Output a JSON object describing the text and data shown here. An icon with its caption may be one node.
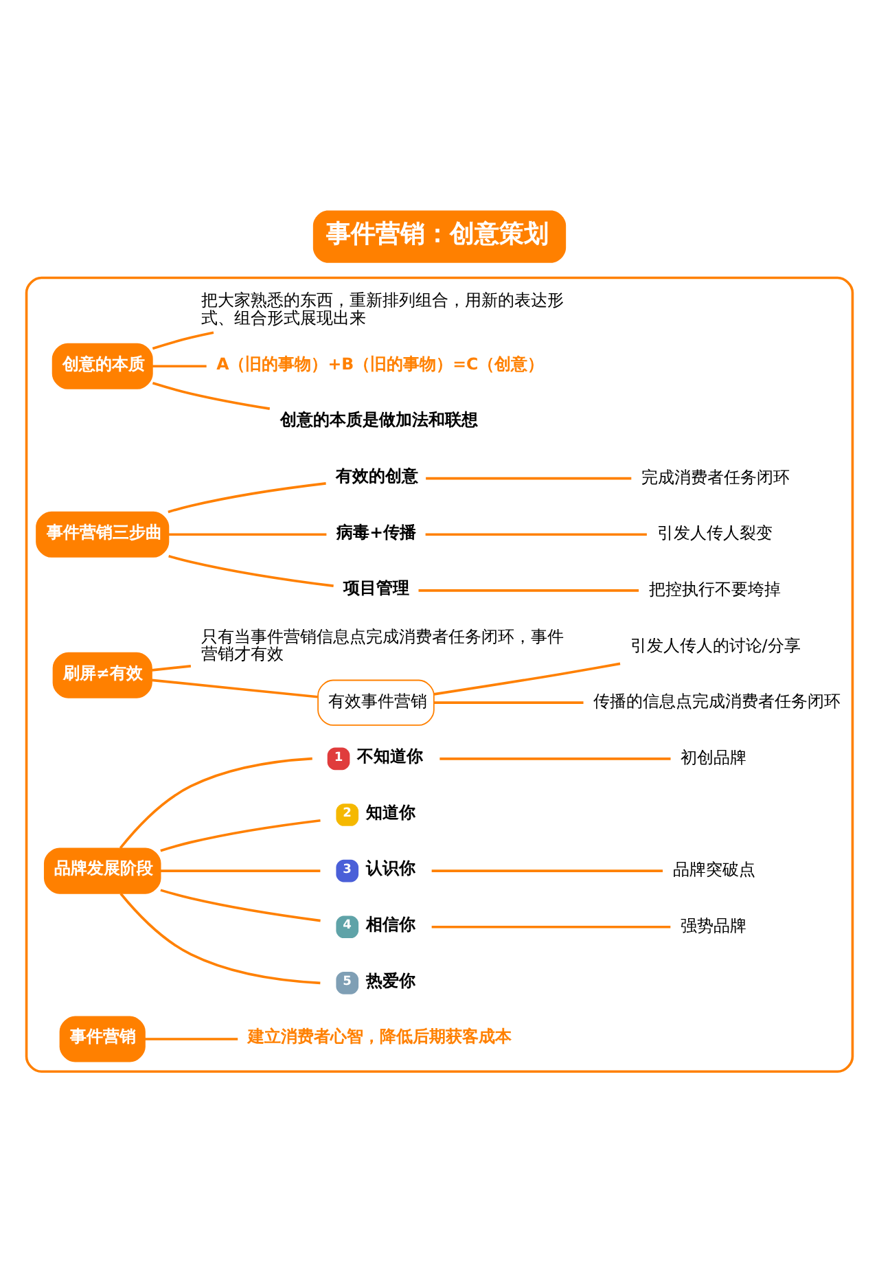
{
  "diagram": {
    "title": "事件营销：创意策划",
    "nodes": [
      {
        "text": [],
        "shape": "box"
      },
      {
        "text": [
          "事件营销"
        ],
        "in": 0
      },
      {
        "text": [
          "建立消费者心智，降低后期获客成本"
        ],
        "in": 0
      },
      {
        "text": [
          "品牌发展阶段"
        ],
        "in": 0
      },
      {
        "text": [
          "1",
          "不知道你"
        ],
        "in": 0
      },
      {
        "text": [
          "初创品牌"
        ],
        "in": 0
      },
      {
        "text": [
          "2",
          "知道你"
        ],
        "in": 0
      },
      {
        "text": [
          "3",
          "认识你"
        ],
        "in": 0
      },
      {
        "text": [
          "品牌突破点"
        ],
        "in": 0
      },
      {
        "text": [
          "4",
          "相信你"
        ],
        "in": 0
      },
      {
        "text": [
          "强势品牌"
        ],
        "in": 0
      },
      {
        "text": [
          "5",
          "热爱你"
        ],
        "in": 0
      },
      {
        "text": [
          "刷屏≠有效"
        ],
        "in": 0
      },
      {
        "text": [
          "只有当事件营销信息点完成消费者任务闭环，事件营销才有效"
        ],
        "in": 0
      },
      {
        "text": [
          "有效事件营销"
        ],
        "in": 0
      },
      {
        "text": [
          "引发人传人的讨论/分享"
        ],
        "in": 0
      },
      {
        "text": [
          "传播的信息点完成消费者任务闭环"
        ],
        "in": 0
      },
      {
        "text": [
          "事件营销三步曲"
        ],
        "in": 0
      },
      {
        "text": [
          "有效的创意"
        ],
        "in": 0
      },
      {
        "text": [
          "完成消费者任务闭环"
        ],
        "in": 0
      },
      {
        "text": [
          "病毒+传播"
        ],
        "in": 0
      },
      {
        "text": [
          "引发人传人裂变"
        ],
        "in": 0
      },
      {
        "text": [
          "项目管理"
        ],
        "in": 0
      },
      {
        "text": [
          "把控执行不要垮掉"
        ],
        "in": 0
      },
      {
        "text": [
          "创意的本质"
        ],
        "in": 0
      },
      {
        "text": [
          "把大家熟悉的东西，重新排列组合，用新的表达形式、组合形式展现出来"
        ],
        "in": 0
      },
      {
        "text": [
          "A（旧的事物）+B（旧的事物）=C（创意）"
        ],
        "in": 0
      },
      {
        "text": [
          "创意的本质是做加法和联想"
        ],
        "in": 0
      }
    ],
    "edges": [
      {
        "from": 1,
        "to": 2,
        "arrow": "none"
      },
      {
        "from": 3,
        "to": 4,
        "arrow": "none"
      },
      {
        "from": 4,
        "to": 5,
        "arrow": "none"
      },
      {
        "from": 3,
        "to": 6,
        "arrow": "none"
      },
      {
        "from": 3,
        "to": 7,
        "arrow": "none"
      },
      {
        "from": 7,
        "to": 8,
        "arrow": "none"
      },
      {
        "from": 3,
        "to": 9,
        "arrow": "none"
      },
      {
        "from": 9,
        "to": 10,
        "arrow": "none"
      },
      {
        "from": 3,
        "to": 11,
        "arrow": "none"
      },
      {
        "from": 12,
        "to": 13,
        "arrow": "none"
      },
      {
        "from": 12,
        "to": 14,
        "arrow": "none"
      },
      {
        "from": 14,
        "to": 15,
        "arrow": "none"
      },
      {
        "from": 14,
        "to": 16,
        "arrow": "none"
      },
      {
        "from": 17,
        "to": 18,
        "arrow": "none"
      },
      {
        "from": 18,
        "to": 19,
        "arrow": "none"
      },
      {
        "from": 17,
        "to": 20,
        "arrow": "none"
      },
      {
        "from": 20,
        "to": 21,
        "arrow": "none"
      },
      {
        "from": 17,
        "to": 22,
        "arrow": "none"
      },
      {
        "from": 22,
        "to": 23,
        "arrow": "none"
      },
      {
        "from": 24,
        "to": 25,
        "arrow": "none"
      },
      {
        "from": 24,
        "to": 26,
        "arrow": "none"
      },
      {
        "from": 24,
        "to": 27,
        "arrow": "none"
      }
    ]
  }
}
